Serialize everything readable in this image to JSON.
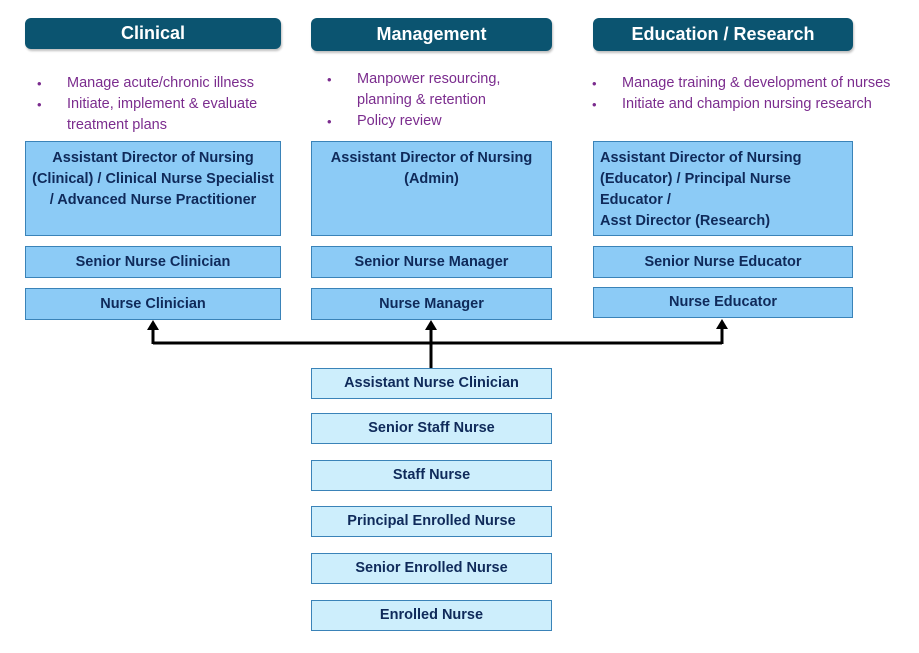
{
  "headers": {
    "clinical": "Clinical",
    "management": "Management",
    "education": "Education  / Research"
  },
  "bullets": {
    "clinical": [
      "Manage acute/chronic illness",
      "Initiate, implement & evaluate treatment plans"
    ],
    "management": [
      "Manpower resourcing, planning & retention",
      "Policy review"
    ],
    "education": [
      "Manage training & development of nurses",
      "Initiate and  champion nursing research"
    ]
  },
  "clinical_track": {
    "director": "Assistant Director of Nursing (Clinical)  / Clinical Nurse Specialist / Advanced Nurse Practitioner",
    "senior": "Senior Nurse Clinician",
    "base": "Nurse Clinician"
  },
  "management_track": {
    "director": "Assistant Director of Nursing (Admin)",
    "senior": "Senior Nurse Manager",
    "base": "Nurse Manager"
  },
  "education_track": {
    "director_lines": [
      "Assistant Director of Nursing",
      "(Educator)  / Principal Nurse",
      "Educator /",
      "Asst Director (Research)"
    ],
    "senior": "Senior Nurse Educator",
    "base": "Nurse Educator"
  },
  "common_ladder": [
    "Assistant Nurse Clinician",
    "Senior Staff Nurse",
    "Staff Nurse",
    "Principal  Enrolled Nurse",
    "Senior Enrolled Nurse",
    "Enrolled Nurse"
  ],
  "colors": {
    "header_bg": "#0b5470",
    "box_dark": "#8ccbf6",
    "box_light": "#cdeefc",
    "box_text": "#0f2a5a",
    "bullet_text": "#7b2c8e",
    "connector": "#000000"
  }
}
